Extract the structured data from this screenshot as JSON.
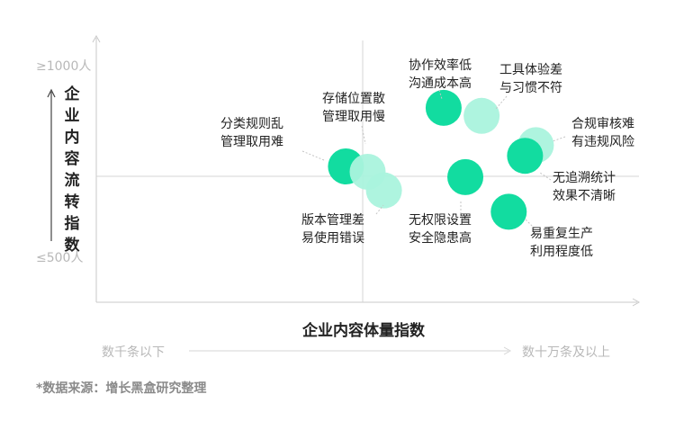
{
  "chart_data": {
    "type": "scatter",
    "title": "",
    "xlabel": "企业内容体量指数",
    "ylabel": "企业内容流转指数",
    "x_low_label": "数千条以下",
    "x_high_label": "数十万条及以上",
    "y_high_label": "≥1000人",
    "y_low_label": "≤500人",
    "source": "*数据来源：增长黑盒研究整理",
    "colors": {
      "strong": "#12dca0",
      "light": "#aaf3dd",
      "axis": "#c8c8c8"
    },
    "points": [
      {
        "label": [
          "分类规则乱",
          "管理取用难"
        ],
        "x": 0.46,
        "y": 0.51,
        "tone": "strong"
      },
      {
        "label": [
          "存储位置散",
          "管理取用慢"
        ],
        "x": 0.5,
        "y": 0.49,
        "tone": "light"
      },
      {
        "label": [
          "版本管理差",
          "易使用错误"
        ],
        "x": 0.53,
        "y": 0.42,
        "tone": "light"
      },
      {
        "label": [
          "协作效率低",
          "沟通成本高"
        ],
        "x": 0.64,
        "y": 0.73,
        "tone": "strong"
      },
      {
        "label": [
          "工具体验差",
          "与习惯不符"
        ],
        "x": 0.71,
        "y": 0.7,
        "tone": "light"
      },
      {
        "label": [
          "无权限设置",
          "安全隐患高"
        ],
        "x": 0.68,
        "y": 0.47,
        "tone": "strong"
      },
      {
        "label": [
          "合规审核难",
          "有违规风险"
        ],
        "x": 0.81,
        "y": 0.59,
        "tone": "light"
      },
      {
        "label": [
          "无追溯统计",
          "效果不清晰"
        ],
        "x": 0.79,
        "y": 0.55,
        "tone": "strong"
      },
      {
        "label": [
          "易重复生产",
          "利用程度低"
        ],
        "x": 0.76,
        "y": 0.34,
        "tone": "strong"
      }
    ]
  }
}
